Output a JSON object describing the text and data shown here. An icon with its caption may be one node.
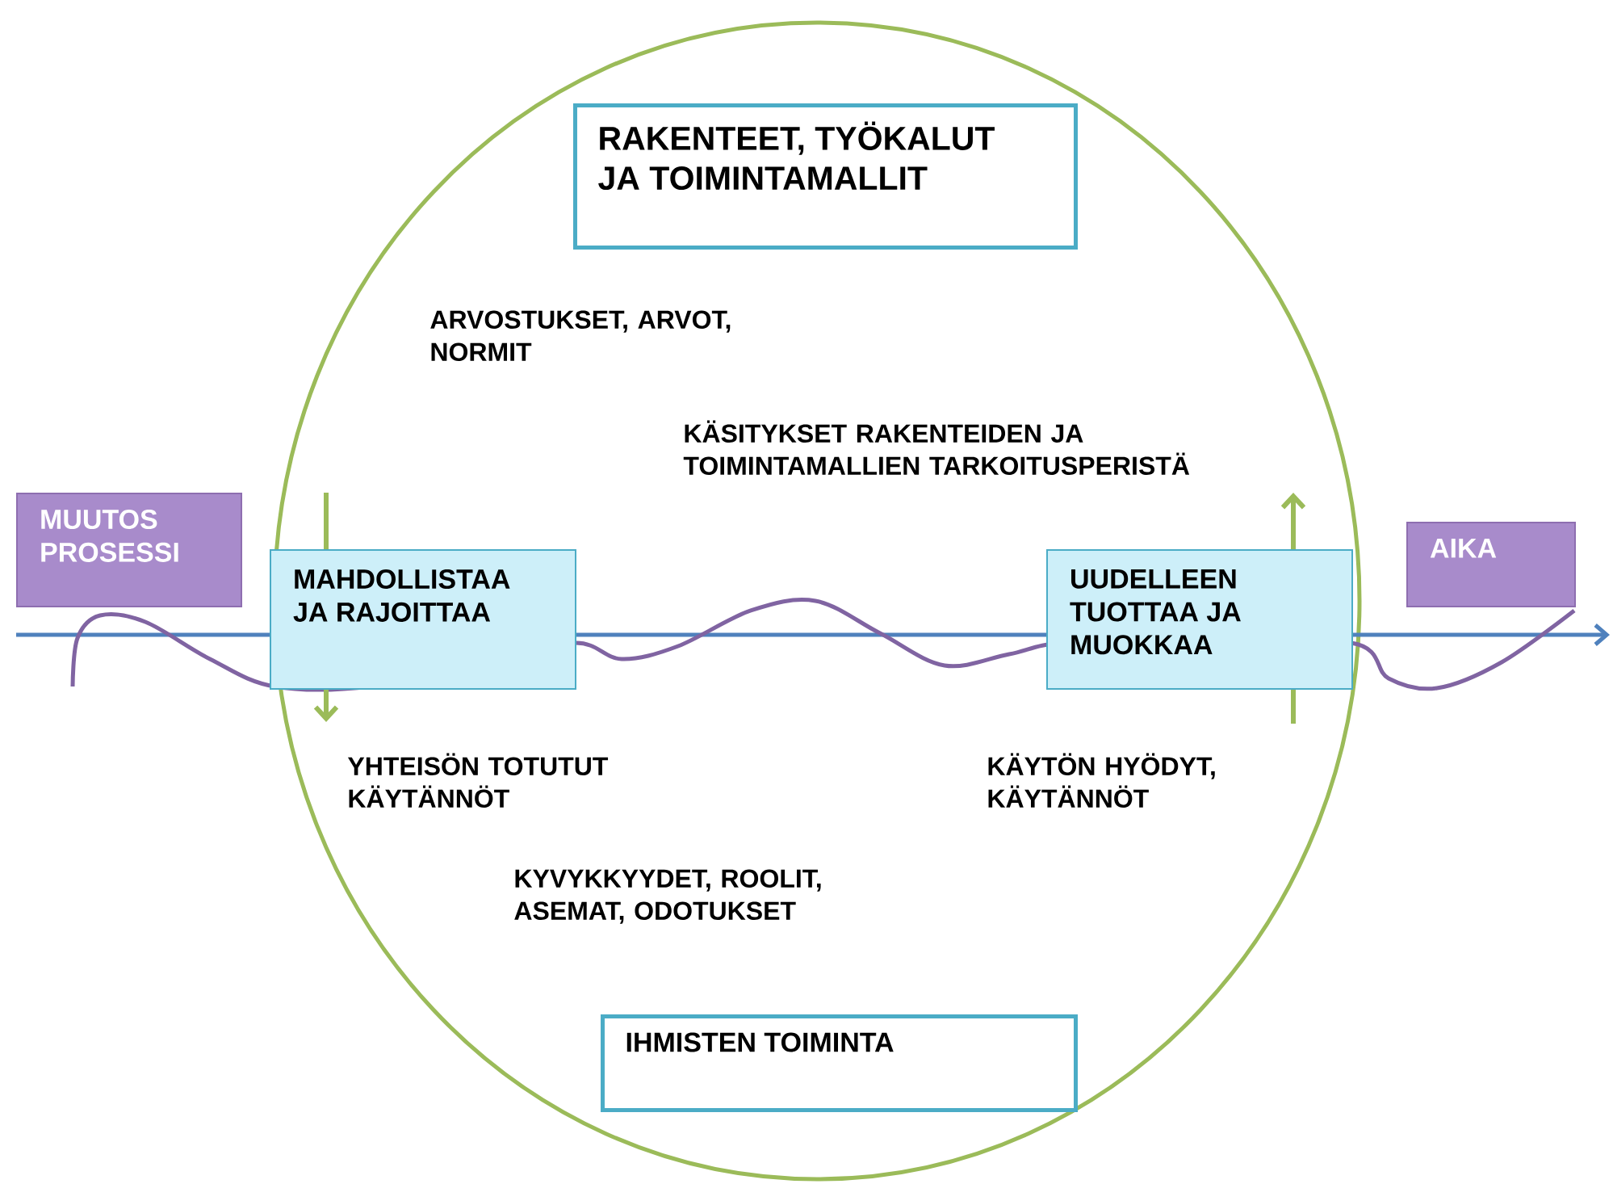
{
  "diagram": {
    "nodes": [
      {
        "text": [],
        "shape": "ellipse"
      },
      {
        "text": [
          "RAKENTEET, TYÖKALUT JA TOIMINTAMALLIT"
        ],
        "in": 0
      },
      {
        "text": [
          "MUUTOS PROSESSI"
        ]
      },
      {
        "text": [
          "MAHDOLLISTAA JA RAJOITTAA"
        ],
        "in": 0
      },
      {
        "text": [
          "UUDELLEEN TUOTTAA JA MUOKKAA"
        ],
        "in": 0
      },
      {
        "text": [
          "AIKA"
        ]
      },
      {
        "text": [
          "IHMISTEN TOIMINTA"
        ],
        "in": 0
      }
    ],
    "labels": [
      "ARVOSTUKSET, ARVOT, NORMIT",
      "KÄSITYKSET RAKENTEIDEN JA TOIMINTAMALLIEN TARKOITUSPERISTÄ",
      "YHTEISÖN TOTUTUT KÄYTÄNNÖT",
      "KÄYTÖN HYÖDYT, KÄYTÄNNÖT",
      "KYVYKKYYDET, ROOLIT, ASEMAT, ODOTUKSET"
    ]
  }
}
